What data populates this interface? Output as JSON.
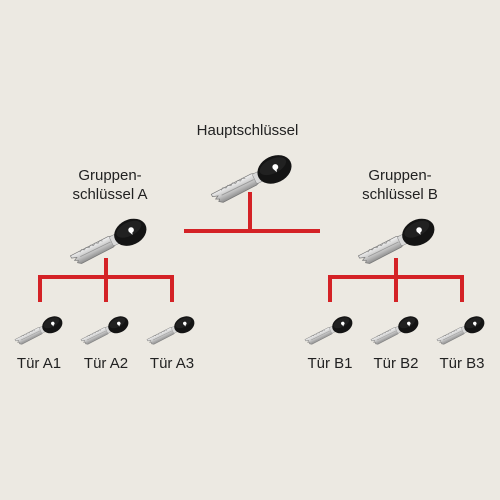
{
  "diagram": {
    "line_color": "#d42226",
    "key_head_color": "#141414",
    "key_blade_color": "#c8c8c8",
    "master": {
      "label": "Hauptschlüssel",
      "icon": "key-icon"
    },
    "groups": [
      {
        "label_line1": "Gruppen-",
        "label_line2": "schlüssel A",
        "icon": "key-icon",
        "doors": [
          {
            "label": "Tür A1",
            "icon": "key-icon"
          },
          {
            "label": "Tür A2",
            "icon": "key-icon"
          },
          {
            "label": "Tür A3",
            "icon": "key-icon"
          }
        ]
      },
      {
        "label_line1": "Gruppen-",
        "label_line2": "schlüssel B",
        "icon": "key-icon",
        "doors": [
          {
            "label": "Tür B1",
            "icon": "key-icon"
          },
          {
            "label": "Tür B2",
            "icon": "key-icon"
          },
          {
            "label": "Tür B3",
            "icon": "key-icon"
          }
        ]
      }
    ]
  }
}
